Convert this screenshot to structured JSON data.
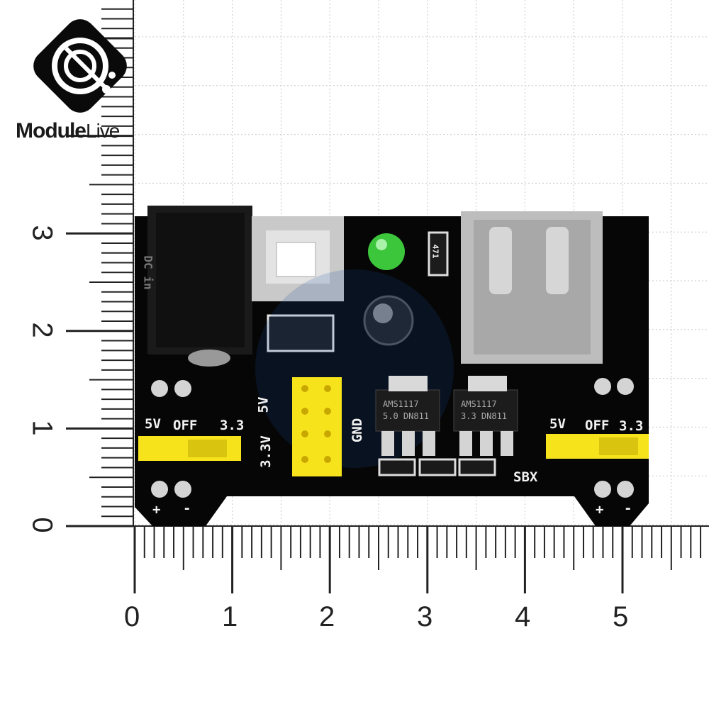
{
  "watermark": {
    "brand_main": "Module",
    "brand_tail": "Live"
  },
  "board": {
    "labels": {
      "left_5v": "5V",
      "left_off": "OFF",
      "left_33": "3.3",
      "right_5v": "5V",
      "right_off": "OFF",
      "right_33": "3.3",
      "header_5v": "5V",
      "header_33v": "3.3V",
      "header_gnd": "GND",
      "dc_in": "DC in",
      "reg1_top": "AMS1117",
      "reg1_bottom": "5.0 DN811",
      "reg2_top": "AMS1117",
      "reg2_bottom": "3.3 DN811",
      "sbx": "SBX",
      "plus_left": "+",
      "minus_left": "-",
      "plus_right": "+",
      "minus_right": "-",
      "resistor": "471"
    },
    "colors": {
      "pcb": "#050505",
      "jumper": "#f7e31c",
      "led": "#39c43a",
      "switch": "#c9c9c9",
      "usb": "#bdbdbd"
    }
  },
  "ruler": {
    "x_numbers": [
      "0",
      "1",
      "2",
      "3",
      "4",
      "5"
    ],
    "y_numbers": [
      "0",
      "1",
      "2",
      "3"
    ]
  }
}
